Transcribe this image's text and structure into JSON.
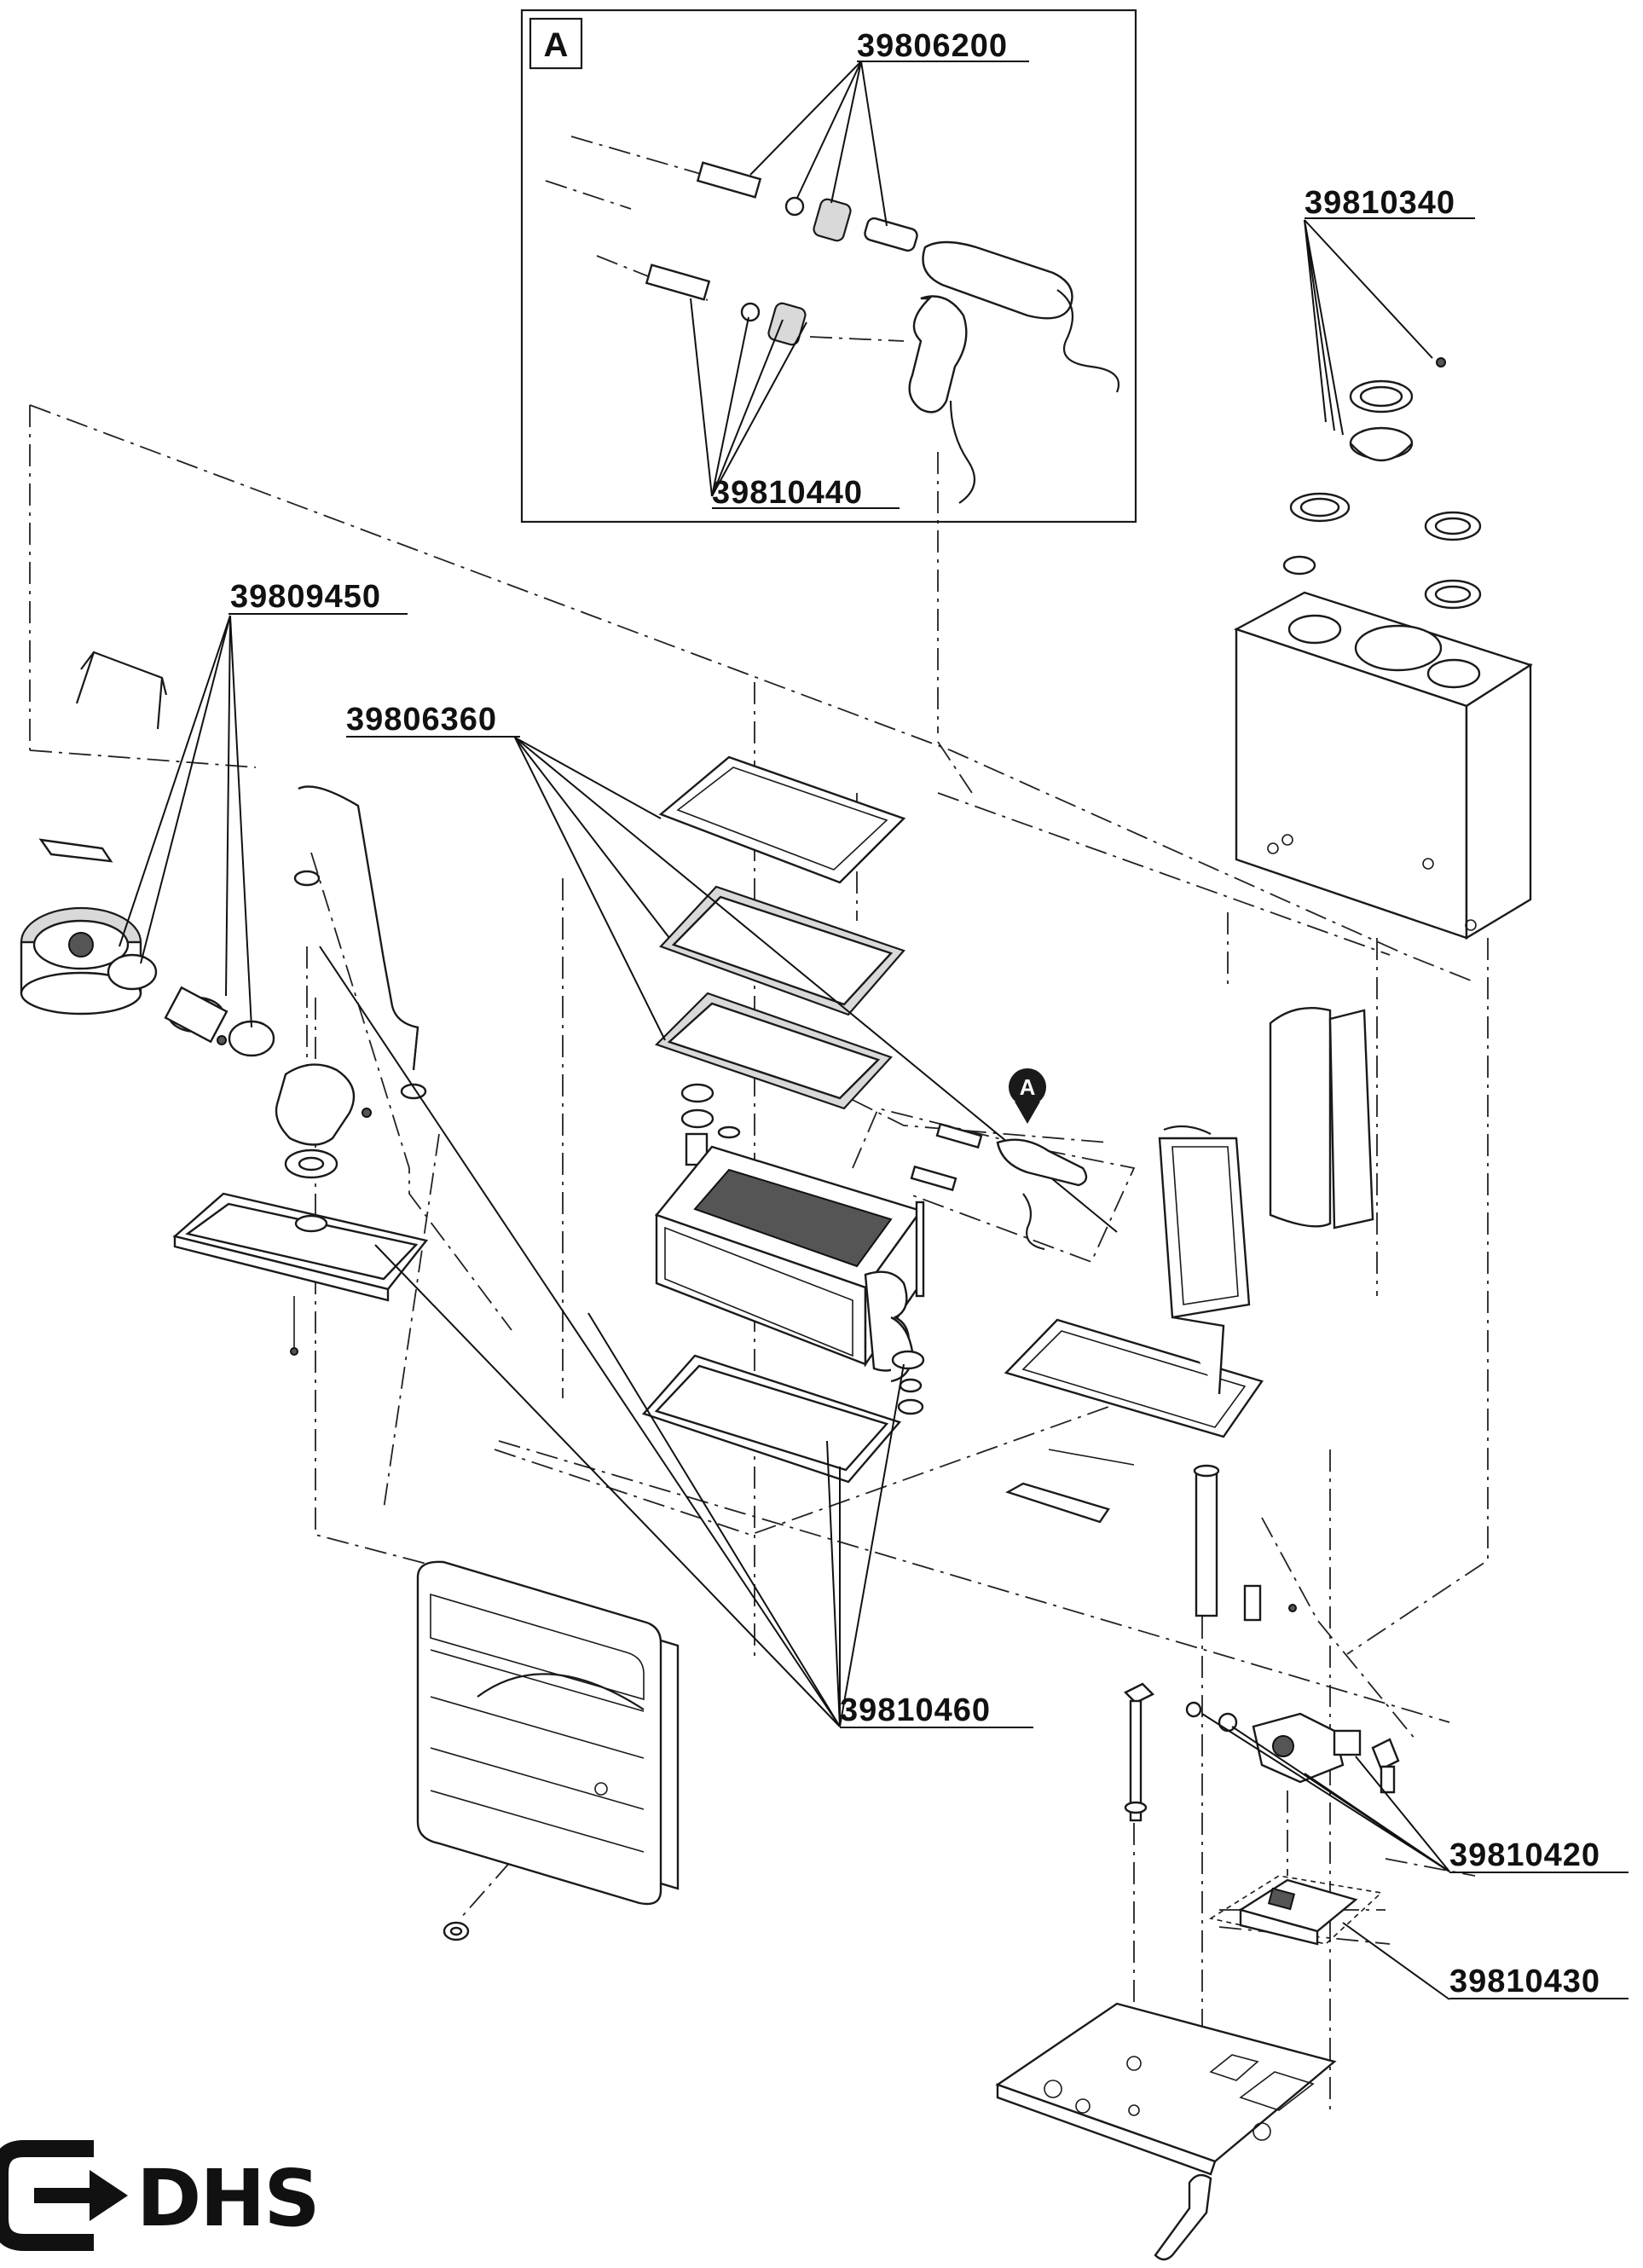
{
  "inset": {
    "tag": "A"
  },
  "callout": {
    "tag": "A"
  },
  "part_numbers": {
    "p39806200": "39806200",
    "p39810340": "39810340",
    "p39810440": "39810440",
    "p39809450": "39809450",
    "p39806360": "39806360",
    "p39810460": "39810460",
    "p39810420": "39810420",
    "p39810430": "39810430"
  },
  "logo": {
    "text": "DHS"
  },
  "colors": {
    "ink": "#1a1a1a",
    "paper": "#ffffff"
  }
}
